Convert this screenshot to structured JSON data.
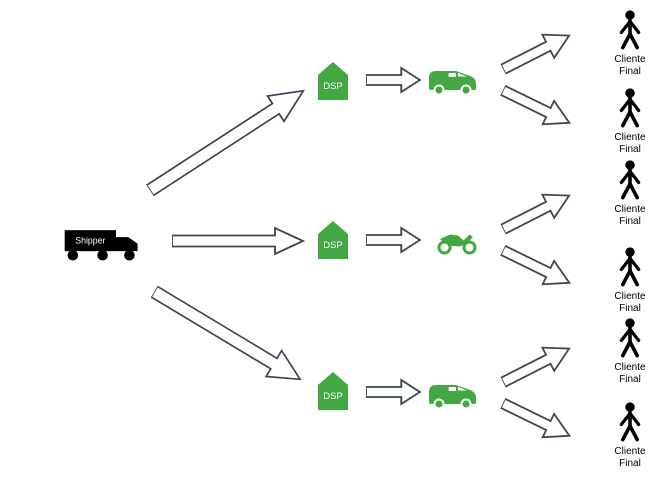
{
  "diagram": {
    "shipper_label": "Shipper",
    "dsp_label": "DSP",
    "client_label": "Cliente Final",
    "colors": {
      "green": "#43A843",
      "black": "#000000",
      "arrow_fill": "#FFFFFF",
      "arrow_outline": "#3D4654"
    },
    "structure": {
      "shipper_count": 1,
      "dsp_count": 3,
      "vehicles": [
        "van",
        "motorcycle",
        "van"
      ],
      "clients_per_vehicle": 2,
      "client_count": 6
    }
  }
}
